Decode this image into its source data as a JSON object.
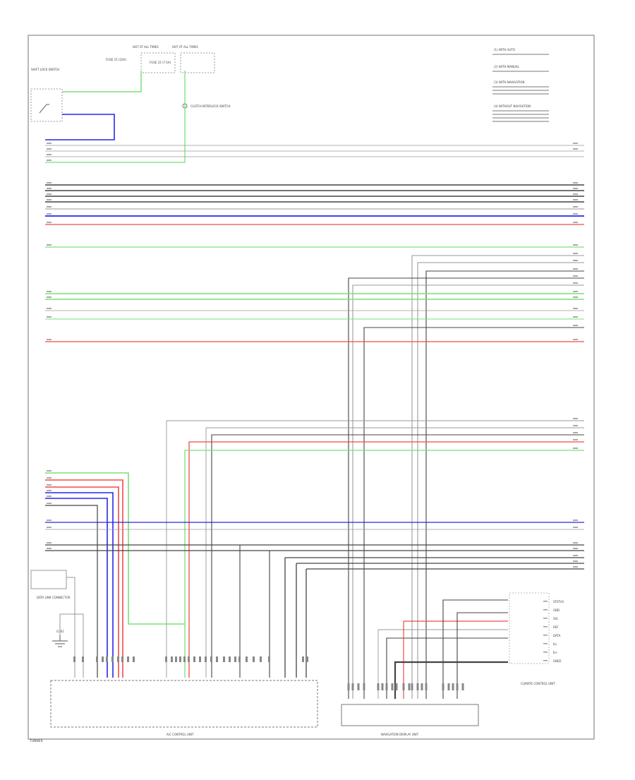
{
  "colors": {
    "green": "#79e079",
    "blue": "#2727e6",
    "red": "#ef4b4b",
    "black": "#444444",
    "gray": "#9a9a9a",
    "frame": "#8a8a8a"
  },
  "diagram": {
    "page_label": "TUNNER",
    "notes": [
      "(1) WITH AUTO",
      "(2) WITH MANUAL",
      "(3) WITH NAVIGATION",
      "(4) WITHOUT NAVIGATION"
    ],
    "left_components": {
      "top_switch": "SHIFT LOCK SWITCH",
      "data_link": "DATA LINK CONNECTOR",
      "ground": "G301"
    },
    "modules": {
      "left": "A/C CONTROL UNIT",
      "center": "NAVIGATION DISPLAY UNIT",
      "right": "CLIMATE CONTROL UNIT"
    },
    "top_labels": {
      "hot_at_all_times": "HOT AT ALL TIMES",
      "fuse_a": "FUSE 15 (10A)",
      "fuse_b": "FUSE 22 (7.5A)",
      "clutch_switch": "CLUTCH INTERLOCK SWITCH"
    },
    "right_module_pins": [
      "STATUS",
      "GND",
      "SIG",
      "REF",
      "DATA",
      "ILL",
      "B+",
      "GND2"
    ]
  }
}
